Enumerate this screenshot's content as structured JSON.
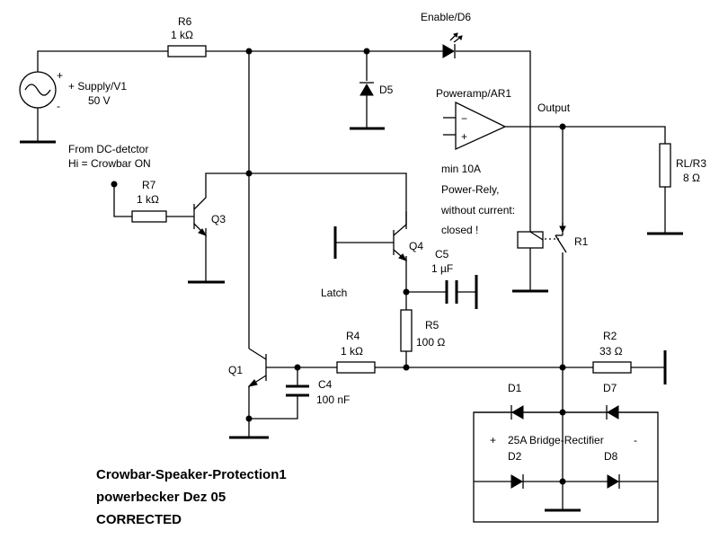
{
  "components": {
    "r6": {
      "ref": "R6",
      "value": "1 kΩ"
    },
    "enable_led": {
      "label": "Enable/D6"
    },
    "supply": {
      "plus": "+",
      "ref": "+ Supply/V1",
      "value": "50 V",
      "minus": "-"
    },
    "d5": {
      "ref": "D5"
    },
    "poweramp": {
      "ref": "Poweramp/AR1",
      "minus": "−",
      "plus": "+"
    },
    "output": {
      "label": "Output"
    },
    "dc_detector": {
      "line1": "From DC-detctor",
      "line2": "Hi = Crowbar ON"
    },
    "r7": {
      "ref": "R7",
      "value": "1 kΩ"
    },
    "q3": {
      "ref": "Q3"
    },
    "relay_note": {
      "line1": "min 10A",
      "line2": "Power-Rely,",
      "line3": "without current:",
      "line4": "closed !"
    },
    "load": {
      "ref": "RL/R3",
      "value": "8 Ω"
    },
    "q4": {
      "ref": "Q4"
    },
    "c5": {
      "ref": "C5",
      "value": "1 µF"
    },
    "latch": {
      "label": "Latch"
    },
    "r1": {
      "ref": "R1"
    },
    "r5": {
      "ref": "R5",
      "value": "100 Ω"
    },
    "r4": {
      "ref": "R4",
      "value": "1 kΩ"
    },
    "r2": {
      "ref": "R2",
      "value": "33 Ω"
    },
    "q1": {
      "ref": "Q1"
    },
    "c4": {
      "ref": "C4",
      "value": "100 nF"
    },
    "d1": {
      "ref": "D1"
    },
    "d7": {
      "ref": "D7"
    },
    "bridge": {
      "plus": "+",
      "label": "25A Bridge-Rectifier",
      "minus": "-"
    },
    "d2": {
      "ref": "D2"
    },
    "d8": {
      "ref": "D8"
    }
  },
  "caption": {
    "line1": "Crowbar-Speaker-Protection1",
    "line2": "powerbecker Dez 05",
    "line3": "CORRECTED"
  }
}
